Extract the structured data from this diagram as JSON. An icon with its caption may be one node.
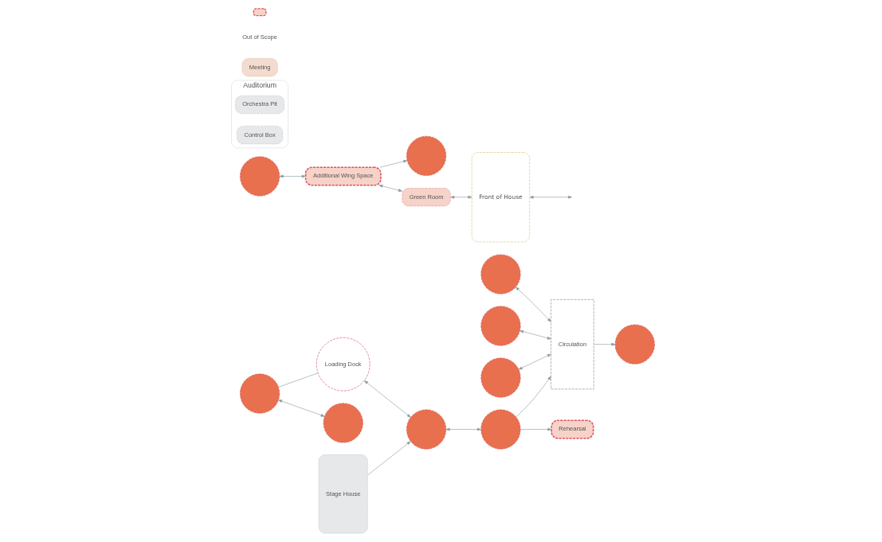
{
  "diagram": {
    "nodes": [
      {
        "text": [],
        "shape": "circle"
      },
      {
        "text": [],
        "shape": "circle"
      },
      {
        "text": [],
        "shape": "circle"
      },
      {
        "text": [],
        "shape": "circle"
      },
      {
        "text": [],
        "shape": "circle"
      },
      {
        "text": [],
        "shape": "circle"
      },
      {
        "text": [],
        "shape": "circle"
      },
      {
        "text": [
          "Loading Dock"
        ]
      },
      {
        "text": [],
        "shape": "circle"
      },
      {
        "text": [],
        "shape": "circle"
      },
      {
        "text": [],
        "shape": "circle"
      },
      {
        "text": [
          "Circulation"
        ]
      },
      {
        "text": [
          "Additional Wing Space"
        ]
      },
      {
        "text": [
          "Stage House"
        ]
      },
      {
        "text": [
          "Green Room"
        ]
      },
      {
        "text": [
          "Auditorium"
        ]
      },
      {
        "text": [
          "Orchestra Pit"
        ],
        "in": 15
      },
      {
        "text": [
          "Control Box"
        ],
        "in": 15
      },
      {
        "text": [
          "Front of House"
        ]
      },
      {
        "text": [
          "Rehearsal"
        ]
      },
      {
        "text": [
          "Meeting"
        ]
      }
    ],
    "edges": [
      {
        "from": 0,
        "to": 11,
        "arrow": "both"
      },
      {
        "from": 11,
        "to": 4,
        "arrow": "to"
      },
      {
        "from": 1,
        "to": 11,
        "arrow": "both"
      },
      {
        "from": 2,
        "to": 11,
        "arrow": "both"
      },
      {
        "from": 3,
        "to": 12,
        "arrow": "both"
      },
      {
        "from": 12,
        "to": 14,
        "arrow": "both"
      },
      {
        "from": 12,
        "to": 5,
        "arrow": "to"
      },
      {
        "from": 14,
        "to": 18,
        "arrow": "both"
      },
      {
        "from": 6,
        "to": 7,
        "arrow": "none"
      },
      {
        "from": 6,
        "to": 8,
        "arrow": "both"
      },
      {
        "from": 7,
        "to": 9,
        "arrow": "both"
      },
      {
        "from": 13,
        "to": 9,
        "arrow": "to"
      },
      {
        "from": 9,
        "to": 10,
        "arrow": "both"
      },
      {
        "from": 10,
        "to": 11,
        "arrow": "to"
      },
      {
        "from": 10,
        "to": 19,
        "arrow": "to"
      },
      {
        "from": 18,
        "to": null,
        "arrow": "both"
      }
    ],
    "legend": [
      {
        "text": "Out of Scope"
      }
    ]
  }
}
